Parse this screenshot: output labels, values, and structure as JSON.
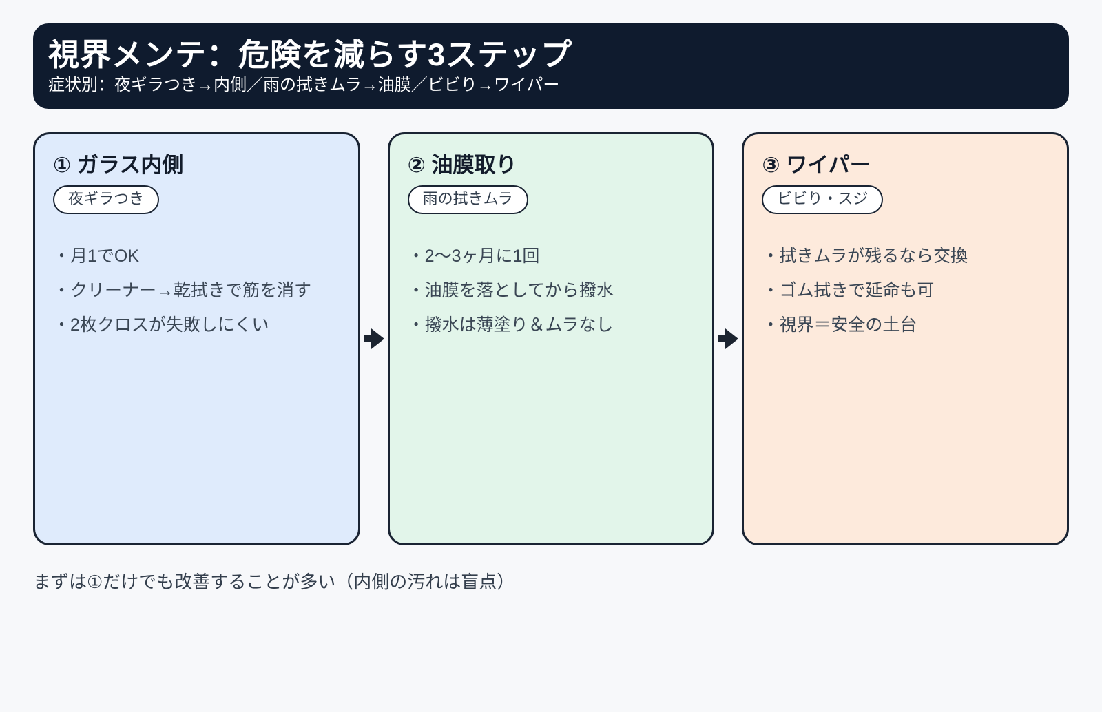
{
  "colors": {
    "page_bg": "#f7f8fa",
    "header_bg": "#0f1b2e",
    "header_text": "#ffffff",
    "card_border": "#1a2433",
    "heading_text": "#131c2b",
    "badge_bg": "#ffffff",
    "badge_text": "#323e4d",
    "bullet_text": "#3a4654",
    "arrow": "#1c2430",
    "footer_text": "#333e4c",
    "card1_bg": "#dfebfc",
    "card2_bg": "#e2f5ea",
    "card3_bg": "#fdeadc"
  },
  "header": {
    "title": "視界メンテ：危険を減らす3ステップ",
    "subtitle": "症状別：夜ギラつき→内側／雨の拭きムラ→油膜／ビビり→ワイパー"
  },
  "steps": [
    {
      "heading": "① ガラス内側",
      "badge": "夜ギラつき",
      "bg": "#dfebfc",
      "bullets": [
        "・月1でOK",
        "・クリーナー→乾拭きで筋を消す",
        "・2枚クロスが失敗しにくい"
      ]
    },
    {
      "heading": "② 油膜取り",
      "badge": "雨の拭きムラ",
      "bg": "#e2f5ea",
      "bullets": [
        "・2〜3ヶ月に1回",
        "・油膜を落としてから撥水",
        "・撥水は薄塗り＆ムラなし"
      ]
    },
    {
      "heading": "③ ワイパー",
      "badge": "ビビり・スジ",
      "bg": "#fdeadc",
      "bullets": [
        "・拭きムラが残るなら交換",
        "・ゴム拭きで延命も可",
        "・視界＝安全の土台"
      ]
    }
  ],
  "footer": {
    "note": "まずは①だけでも改善することが多い（内側の汚れは盲点）"
  }
}
